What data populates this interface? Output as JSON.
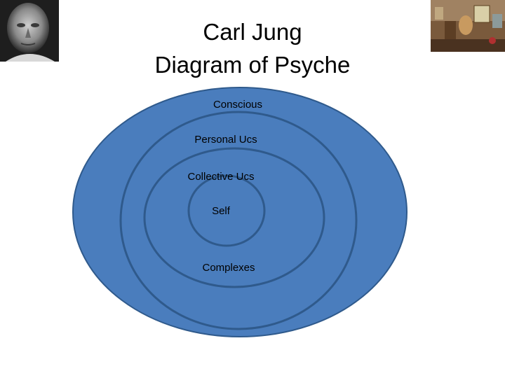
{
  "title": {
    "line1": "Carl Jung",
    "line2": "Diagram of Psyche"
  },
  "layers": {
    "conscious": "Conscious",
    "personal": "Personal Ucs",
    "collective": "Collective Ucs",
    "self": "Self",
    "complexes": "Complexes"
  },
  "colors": {
    "fill": "#4a7dbd",
    "stroke": "#2f5a8c"
  }
}
